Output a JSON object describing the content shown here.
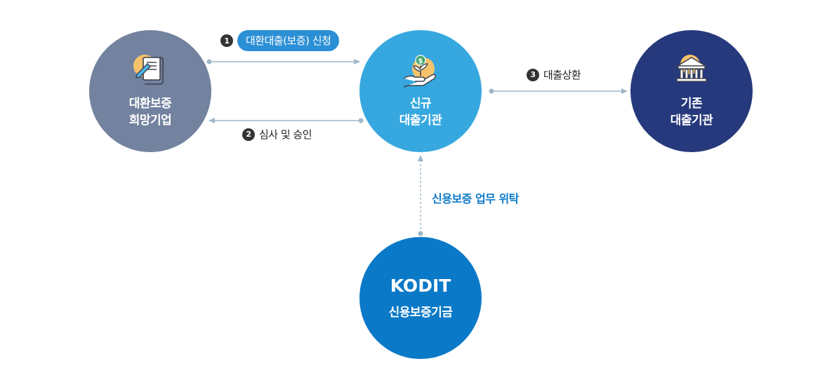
{
  "nodes": {
    "applicant": {
      "line1": "대환보증",
      "line2": "희망기업",
      "color": "#72829f",
      "icon": "document-pen-icon"
    },
    "new_lender": {
      "line1": "신규",
      "line2": "대출기관",
      "color": "#36a8df",
      "icon": "hand-plant-coin-icon"
    },
    "existing_lender": {
      "line1": "기존",
      "line2": "대출기관",
      "color": "#26397c",
      "icon": "bank-building-icon"
    },
    "kodit": {
      "logo": "KODIT",
      "name": "신용보증기금",
      "color": "#0a79c7"
    }
  },
  "steps": {
    "s1": {
      "num": "1",
      "label": "대환대출(보증) 신청"
    },
    "s2": {
      "num": "2",
      "label": "심사 및 승인"
    },
    "s3": {
      "num": "3",
      "label": "대출상환"
    }
  },
  "delegation": "신용보증 업무 위탁",
  "colors": {
    "arrow": "#9fb7c9",
    "accent": "#2b8fd6",
    "icon_bg": "#f6c36b"
  }
}
